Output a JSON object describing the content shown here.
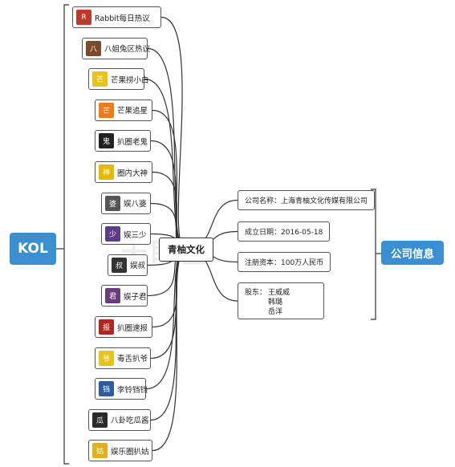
{
  "center": {
    "label": "青柚文化"
  },
  "tags": {
    "left": "KOL",
    "right": "公司信息"
  },
  "watermark": "天眼查",
  "kol_accounts": [
    {
      "label": "Rabbit每日热议",
      "icon": "anime-girl-avatar-icon",
      "color": "#c0392b",
      "glyph": "R"
    },
    {
      "label": "八姐兔区热议",
      "icon": "cartoon-avatar-icon",
      "color": "#7a4a2a",
      "glyph": "八"
    },
    {
      "label": "芒果捞小白",
      "icon": "yellow-cartoon-avatar-icon",
      "color": "#e8c31a",
      "glyph": "芒"
    },
    {
      "label": "芒果追星",
      "icon": "orange-logo-avatar-icon",
      "color": "#ee7a1b",
      "glyph": "芒"
    },
    {
      "label": "扒圈老鬼",
      "icon": "dark-figure-avatar-icon",
      "color": "#222222",
      "glyph": "鬼"
    },
    {
      "label": "圈内大神",
      "icon": "yellow-face-avatar-icon",
      "color": "#e6b800",
      "glyph": "神"
    },
    {
      "label": "娱八婆",
      "icon": "portrait-avatar-icon",
      "color": "#555555",
      "glyph": "婆"
    },
    {
      "label": "娱三少",
      "icon": "purple-anime-avatar-icon",
      "color": "#5b3d8a",
      "glyph": "少"
    },
    {
      "label": "娱叔",
      "icon": "dark-figure-avatar-icon",
      "color": "#333333",
      "glyph": "叔"
    },
    {
      "label": "娱子君",
      "icon": "purple-anime-avatar-icon",
      "color": "#6a3d7a",
      "glyph": "君"
    },
    {
      "label": "扒圈速报",
      "icon": "red-logo-avatar-icon",
      "color": "#b3261e",
      "glyph": "报"
    },
    {
      "label": "毒舌扒爷",
      "icon": "yellow-cartoon-avatar-icon",
      "color": "#e8c31a",
      "glyph": "爷"
    },
    {
      "label": "李铃铛铛",
      "icon": "blue-cartoon-avatar-icon",
      "color": "#2c5d9e",
      "glyph": "铛"
    },
    {
      "label": "八卦吃瓜酱",
      "icon": "dark-figure-avatar-icon",
      "color": "#2a2a2a",
      "glyph": "瓜"
    },
    {
      "label": "娱乐圈扒姑",
      "icon": "yellow-face-avatar-icon",
      "color": "#e0b020",
      "glyph": "姑"
    }
  ],
  "company_info": {
    "name": "公司名称：上海青柚文化传媒有限公司",
    "founded": "成立日期：2016-05-18",
    "capital": "注册资本：100万人民币",
    "shareholders_label": "股东：",
    "shareholders": [
      "王威威",
      "韩璐",
      "岳洋"
    ]
  }
}
